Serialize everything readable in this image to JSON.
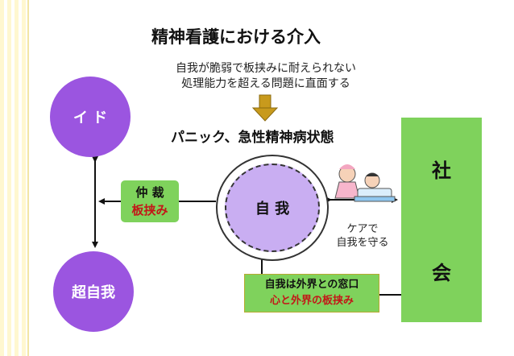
{
  "title": "精神看護における介入",
  "subtitle": [
    "自我が脆弱で板挟みに耐えられない",
    "処理能力を超える問題に直面する"
  ],
  "state": "パニック、急性精神病状態",
  "nodes": {
    "id": "イ ド",
    "superego": "超自我",
    "ego": "自 我",
    "society": [
      "社",
      "会"
    ]
  },
  "arbitration": [
    "仲 裁",
    "板挟み"
  ],
  "ego_window": [
    "自我は外界との窓口",
    "心と外界の板挟み"
  ],
  "care": [
    "ケアで",
    "自我を守る"
  ],
  "colors": {
    "id_circle": "#9b55e0",
    "ego_fill": "#c9aef2",
    "green_box": "#7fd25c",
    "emphasis_text": "#c21818",
    "arrow": "#b8860b"
  },
  "icons": [
    "nurse-icon",
    "patient-in-bed-icon"
  ]
}
